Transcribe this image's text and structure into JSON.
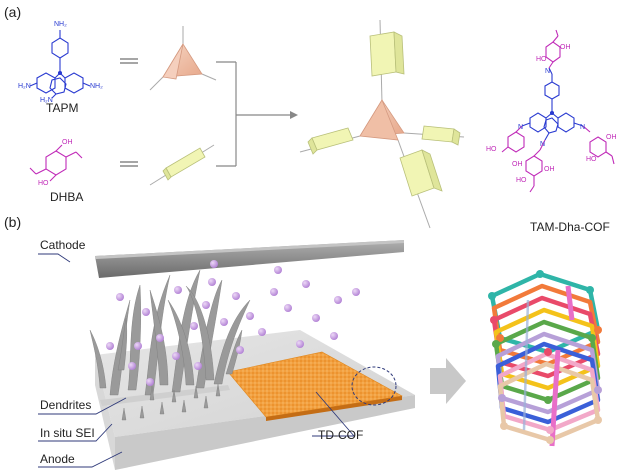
{
  "panel_a": {
    "label": "(a)",
    "tapm": {
      "name": "TAPM",
      "nh2": "NH₂",
      "h2n": "H₂N"
    },
    "dhba": {
      "name": "DHBA",
      "oh": "OH",
      "ho": "HO"
    },
    "product": {
      "name": "TAM-Dha-COF",
      "n": "N",
      "oh": "OH",
      "ho": "HO"
    }
  },
  "panel_b": {
    "label": "(b)",
    "cathode": "Cathode",
    "dendrites": "Dendrites",
    "sei": "In situ SEI",
    "anode": "Anode",
    "tdcof": "TD-COF"
  },
  "colors": {
    "amine_blue": "#2a3bd1",
    "aldehyde_magenta": "#c02ab8",
    "cathode_gray": "#8a8a8a",
    "cof_orange": "#f2a040",
    "ion_purple": "#c89be0"
  }
}
